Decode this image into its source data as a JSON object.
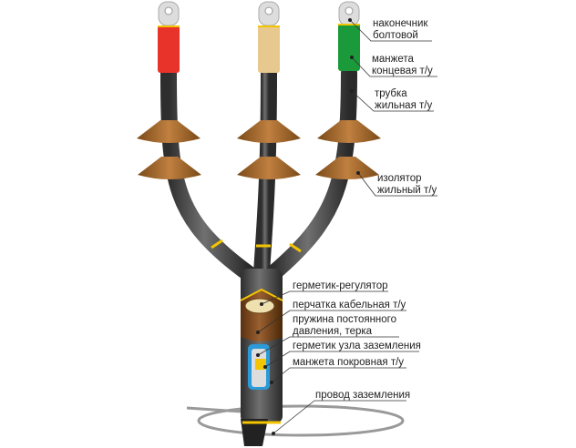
{
  "labels": {
    "lug": [
      "наконечник",
      "болтовой"
    ],
    "end_sleeve": [
      "манжета",
      "концевая т/у"
    ],
    "core_tube": [
      "трубка",
      "жильная т/у"
    ],
    "core_insulator": [
      "изолятор",
      "жильный т/у"
    ],
    "sealant_regulator": "герметик-регулятор",
    "cable_glove": "перчатка кабельная т/у",
    "pressure_spring": [
      "пружина постоянного",
      "давления, терка"
    ],
    "earth_sealant": "герметик узла заземления",
    "cover_sleeve": "манжета покровная т/у",
    "earth_wire": "провод заземления"
  },
  "colors": {
    "phase_a": "#e8332a",
    "phase_b": "#e7c88e",
    "phase_c": "#1a9a3a",
    "insulator": "#a8692a",
    "glove": "#7a4a22",
    "tube": "#8a8a8a",
    "accent": "#f3c400"
  }
}
